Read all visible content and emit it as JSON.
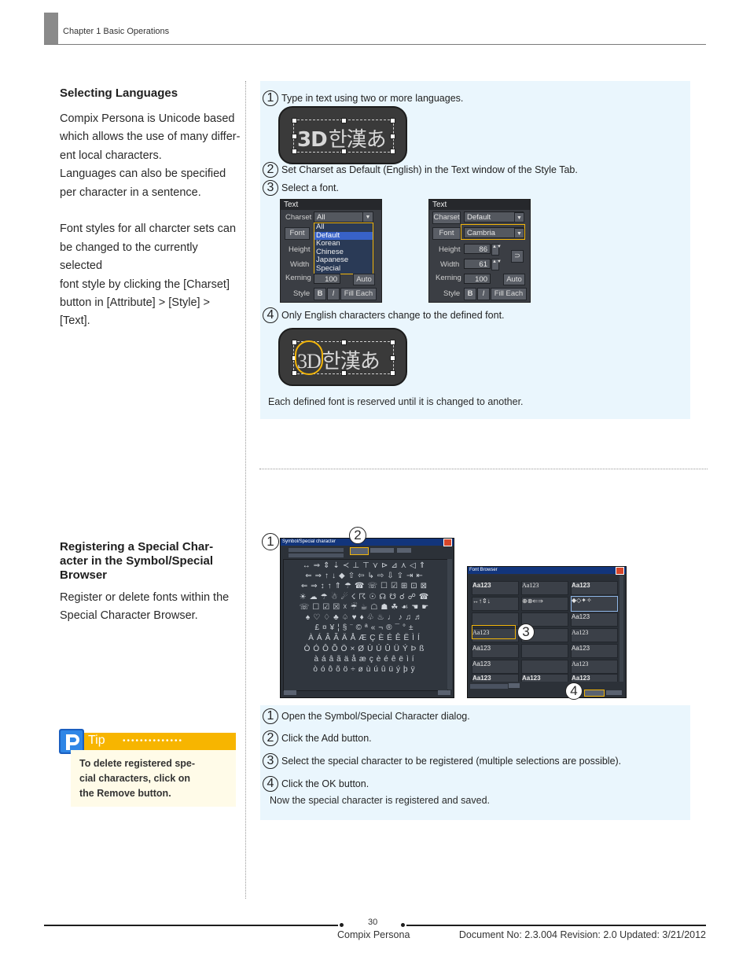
{
  "header": {
    "chapter": "Chapter 1 Basic Operations"
  },
  "section1": {
    "title": "Selecting Languages",
    "body_lines": [
      "Compix Persona is Unicode based",
      "which allows the use of many differ-",
      "ent local characters.",
      "Languages can also be specified",
      "per character in a sentence."
    ],
    "body2_lines": [
      "Font styles for all charcter sets can",
      "be changed to the currently selected",
      "font style by clicking the [Charset]",
      "button in [Attribute] > [Style] > [Text]."
    ],
    "steps": {
      "s1": {
        "num": "1",
        "text": "Type in text using two or more languages."
      },
      "s2": {
        "num": "2",
        "text": "Set Charset as Default (English) in the Text window of the Style Tab."
      },
      "s3": {
        "num": "3",
        "text": "Select a font."
      },
      "s4": {
        "num": "4",
        "text": "Only English characters change to the defined font."
      }
    },
    "note": "Each defined font is reserved until it is changed to another.",
    "sample_text": {
      "latin": "3D",
      "korean": "한",
      "kanji": "漢",
      "kana": "あ"
    },
    "style_panel": {
      "title": "Text",
      "charset_label": "Charset",
      "font_label": "Font",
      "height_label": "Height",
      "width_label": "Width",
      "kerning_label": "Kerning",
      "style_label": "Style",
      "kerning_value": "100",
      "auto_label": "Auto",
      "bold_label": "B",
      "italic_label": "I",
      "fill_each_label": "Fill Each",
      "charset_dropdown": {
        "value": "All",
        "options": [
          "All",
          "Default",
          "Korean",
          "Chinese",
          "Japanese",
          "Special"
        ],
        "selected": "Default"
      }
    },
    "style_panel2": {
      "charset_value": "Default",
      "font_value": "Cambria",
      "height_value": "86",
      "width_value": "61",
      "kerning_value": "100"
    }
  },
  "section2": {
    "title_lines": [
      "Registering a Special Char-",
      "acter in the Symbol/Special",
      "Browser"
    ],
    "body_lines": [
      "Register or delete fonts within the",
      "Special Character Browser."
    ],
    "steps": {
      "s1": {
        "num": "1",
        "text": "Open the Symbol/Special Character dialog."
      },
      "s2": {
        "num": "2",
        "text": "Click the Add button."
      },
      "s3": {
        "num": "3",
        "text": "Select the special character to be registered (multiple selections are possible)."
      },
      "s4": {
        "num": "4",
        "text": "Click the OK button."
      }
    },
    "note": "Now the special character is registered and saved.",
    "callouts": {
      "c1": "1",
      "c2": "2",
      "c3": "3",
      "c4": "4"
    },
    "symbol_dialog": {
      "title": "Symbol/Special character",
      "glyph_rows": [
        "↔⇒⇕⇣≺⊥⊤⋎⊳⊿⋏◁⇑",
        "⇐⇒↑↓◆⇧⇦↳⇨⇩⇪⇥⇤",
        "⇐⇒↕↑⇑☂☎☏☐☑⊞⊡⊠",
        "☀☁☂☃☄☇☈☉☊☋☌☍☎",
        "☏☐☑☒☓☔☕☖☗☘☙☚☛",
        "♠♡♢♣♤♥♦♧♨♩♪♫♬",
        "£¤¥¦§¨©ª«¬®¯°±",
        "ÀÁÂÃÄÅÆÇÈÉÊËÌÍ",
        "ÒÓÔÕÖ×ØÙÚÛÜÝÞß",
        "àáâãäåæçèéêëìí",
        "òóôõö÷øùúûüýþÿ"
      ]
    },
    "font_browser": {
      "title": "Font Browser",
      "sample": "Aa123"
    }
  },
  "tip": {
    "label": "Tip",
    "text_lines": [
      "To delete registered spe-",
      "cial characters, click on",
      "the Remove button."
    ]
  },
  "footer": {
    "page": "30",
    "product": "Compix Persona",
    "doc": "Document No: 2.3.004 Revision: 2.0 Updated: 3/21/2012"
  },
  "colors": {
    "panel": "#eaf6fd",
    "tip": "#f7b500",
    "highlight": "#f2b50a"
  }
}
